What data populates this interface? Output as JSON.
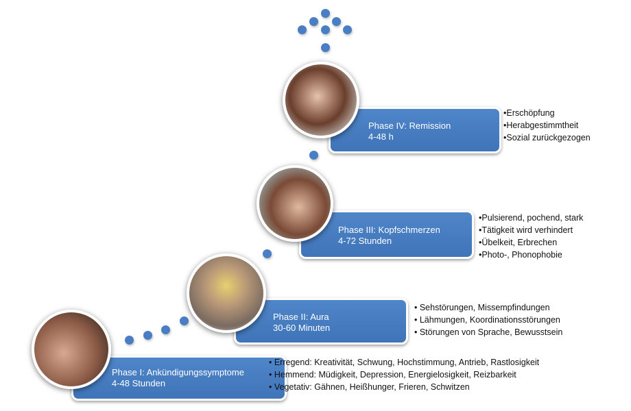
{
  "phases": [
    {
      "title": "Phase I: Ankündigungssymptome",
      "duration": "4-48 Stunden",
      "items": [
        "• Erregend: Kreativität, Schwung, Hochstimmung, Antrieb, Rastlosigkeit",
        "• Hemmend: Müdigkeit, Depression, Energielosigkeit, Reizbarkeit",
        "• Vegetativ: Gähnen, Heißhunger, Frieren, Schwitzen"
      ]
    },
    {
      "title": "Phase II: Aura",
      "duration": "30-60 Minuten",
      "items": [
        "• Sehstörungen, Missempfindungen",
        "• Lähmungen, Koordinationsstörungen",
        "• Störungen von Sprache, Bewusstsein"
      ]
    },
    {
      "title": "Phase III: Kopfschmerzen",
      "duration": "4-72 Stunden",
      "items": [
        "•Pulsierend, pochend, stark",
        "•Tätigkeit wird verhindert",
        "•Übelkeit, Erbrechen",
        "•Photo-, Phonophobie"
      ]
    },
    {
      "title": "Phase IV: Remission",
      "duration": "4-48 h",
      "items": [
        "•Erschöpfung",
        "•Herabgestimmtheit",
        "•Sozial zurückgezogen"
      ]
    }
  ],
  "colors": {
    "box": "#4a7ec4",
    "dot": "#4a7ec4"
  }
}
